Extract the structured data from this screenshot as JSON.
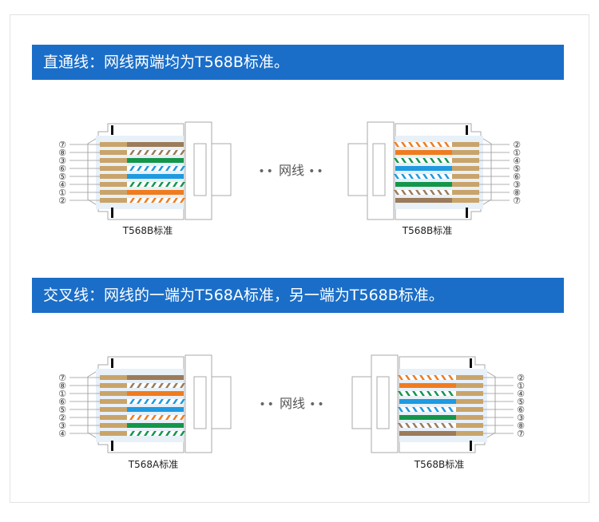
{
  "sections": [
    {
      "title": "直通线：网线两端均为T568B标准。",
      "cable_label": "网线",
      "left": {
        "caption": "T568B标准",
        "labels": [
          "⑦",
          "⑧",
          "③",
          "⑥",
          "⑤",
          "④",
          "①",
          "②"
        ],
        "wires": [
          [
            "brown",
            false
          ],
          [
            "brown",
            true
          ],
          [
            "green",
            false
          ],
          [
            "blue",
            true
          ],
          [
            "blue",
            false
          ],
          [
            "green",
            true
          ],
          [
            "orange",
            false
          ],
          [
            "orange",
            true
          ]
        ]
      },
      "right": {
        "caption": "T568B标准",
        "labels": [
          "②",
          "①",
          "④",
          "⑤",
          "⑥",
          "③",
          "⑧",
          "⑦"
        ],
        "wires": [
          [
            "orange",
            true
          ],
          [
            "orange",
            false
          ],
          [
            "green",
            true
          ],
          [
            "blue",
            false
          ],
          [
            "blue",
            true
          ],
          [
            "green",
            false
          ],
          [
            "brown",
            true
          ],
          [
            "brown",
            false
          ]
        ]
      }
    },
    {
      "title": "交叉线：网线的一端为T568A标准，另一端为T568B标准。",
      "cable_label": "网线",
      "left": {
        "caption": "T568A标准",
        "labels": [
          "⑦",
          "⑧",
          "①",
          "⑥",
          "⑤",
          "②",
          "③",
          "④"
        ],
        "wires": [
          [
            "brown",
            false
          ],
          [
            "brown",
            true
          ],
          [
            "orange",
            false
          ],
          [
            "blue",
            true
          ],
          [
            "blue",
            false
          ],
          [
            "orange",
            true
          ],
          [
            "green",
            false
          ],
          [
            "green",
            true
          ]
        ]
      },
      "right": {
        "caption": "T568B标准",
        "labels": [
          "②",
          "①",
          "④",
          "⑤",
          "⑥",
          "③",
          "⑧",
          "⑦"
        ],
        "wires": [
          [
            "orange",
            true
          ],
          [
            "orange",
            false
          ],
          [
            "green",
            true
          ],
          [
            "blue",
            false
          ],
          [
            "blue",
            true
          ],
          [
            "green",
            false
          ],
          [
            "brown",
            true
          ],
          [
            "brown",
            false
          ]
        ]
      }
    }
  ],
  "colors": {
    "banner": "#1a6ec8",
    "orange": "#f07c1e",
    "green": "#14964a",
    "blue": "#1e9ae0",
    "brown": "#9b7b5a",
    "contact": "#c9a46a",
    "dots": "••"
  }
}
